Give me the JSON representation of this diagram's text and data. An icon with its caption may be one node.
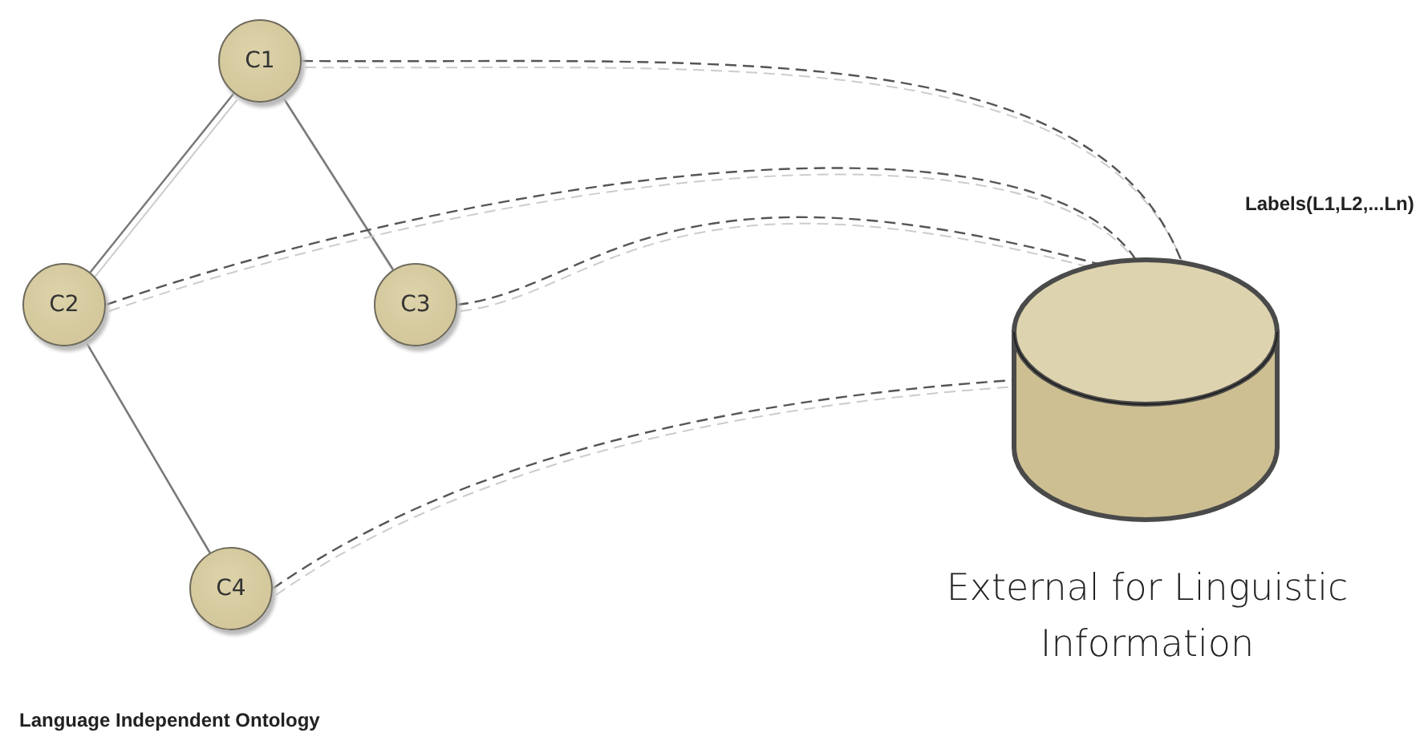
{
  "diagram": {
    "nodes": [
      {
        "text": [
          "C1"
        ]
      },
      {
        "text": [
          "C2"
        ]
      },
      {
        "text": [
          "C3"
        ]
      },
      {
        "text": [
          "C4"
        ]
      },
      {
        "text": [
          "External for Linguistic Information"
        ]
      }
    ],
    "edges": [
      {
        "from": 0,
        "to": 1,
        "arrow": "none"
      },
      {
        "from": 0,
        "to": 2,
        "arrow": "none"
      },
      {
        "from": 1,
        "to": 3,
        "arrow": "none"
      },
      {
        "from": 0,
        "to": 4,
        "arrow": "none",
        "style": "dashed"
      },
      {
        "from": 1,
        "to": 4,
        "arrow": "none",
        "style": "dashed"
      },
      {
        "from": 2,
        "to": 4,
        "arrow": "none",
        "style": "dashed"
      },
      {
        "from": 3,
        "to": 4,
        "arrow": "none",
        "style": "dashed"
      }
    ],
    "labels": [
      "Labels(L1,L2,...Ln)",
      "Language Independent Ontology"
    ]
  }
}
